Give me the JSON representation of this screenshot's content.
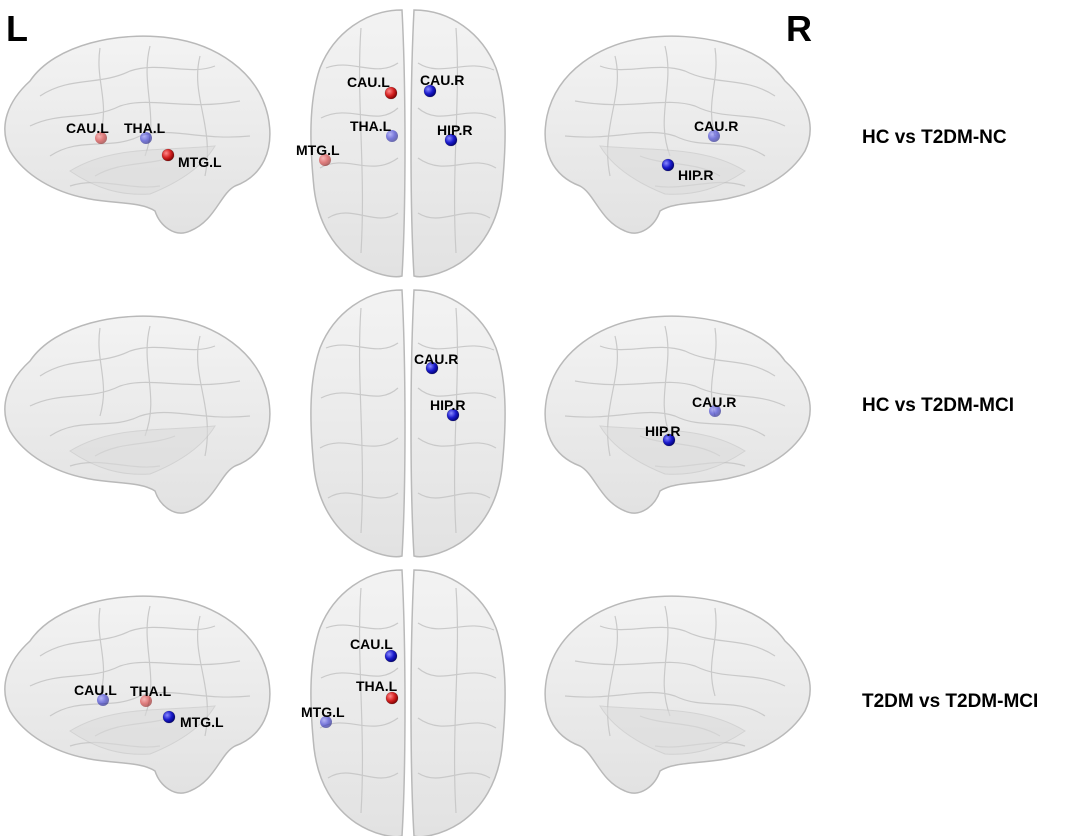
{
  "figure": {
    "left_label": "L",
    "right_label": "R"
  },
  "colors": {
    "increase": "#d42020",
    "decrease": "#1a1acc",
    "brain_fill": "#ececec",
    "brain_edge": "#b9b9b9"
  },
  "views": [
    "left-lateral",
    "dorsal",
    "right-lateral"
  ],
  "rows": [
    {
      "title": "HC vs T2DM-NC",
      "regions": [
        {
          "name": "CAU.L",
          "view": "left-lateral",
          "effect": "increase",
          "faded": true
        },
        {
          "name": "THA.L",
          "view": "left-lateral",
          "effect": "decrease",
          "faded": true
        },
        {
          "name": "MTG.L",
          "view": "left-lateral",
          "effect": "increase",
          "faded": false
        },
        {
          "name": "CAU.L",
          "view": "dorsal",
          "effect": "increase",
          "faded": false
        },
        {
          "name": "CAU.R",
          "view": "dorsal",
          "effect": "decrease",
          "faded": false
        },
        {
          "name": "THA.L",
          "view": "dorsal",
          "effect": "decrease",
          "faded": true
        },
        {
          "name": "HIP.R",
          "view": "dorsal",
          "effect": "decrease",
          "faded": false
        },
        {
          "name": "MTG.L",
          "view": "dorsal",
          "effect": "increase",
          "faded": true
        },
        {
          "name": "CAU.R",
          "view": "right-lateral",
          "effect": "decrease",
          "faded": true
        },
        {
          "name": "HIP.R",
          "view": "right-lateral",
          "effect": "decrease",
          "faded": false
        }
      ]
    },
    {
      "title": "HC vs T2DM-MCI",
      "regions": [
        {
          "name": "CAU.R",
          "view": "dorsal",
          "effect": "decrease",
          "faded": false
        },
        {
          "name": "HIP.R",
          "view": "dorsal",
          "effect": "decrease",
          "faded": false
        },
        {
          "name": "CAU.R",
          "view": "right-lateral",
          "effect": "decrease",
          "faded": true
        },
        {
          "name": "HIP.R",
          "view": "right-lateral",
          "effect": "decrease",
          "faded": false
        }
      ]
    },
    {
      "title": "T2DM vs T2DM-MCI",
      "regions": [
        {
          "name": "CAU.L",
          "view": "left-lateral",
          "effect": "decrease",
          "faded": true
        },
        {
          "name": "THA.L",
          "view": "left-lateral",
          "effect": "increase",
          "faded": true
        },
        {
          "name": "MTG.L",
          "view": "left-lateral",
          "effect": "decrease",
          "faded": false
        },
        {
          "name": "CAU.L",
          "view": "dorsal",
          "effect": "decrease",
          "faded": false
        },
        {
          "name": "THA.L",
          "view": "dorsal",
          "effect": "increase",
          "faded": false
        },
        {
          "name": "MTG.L",
          "view": "dorsal",
          "effect": "decrease",
          "faded": true
        }
      ]
    }
  ]
}
